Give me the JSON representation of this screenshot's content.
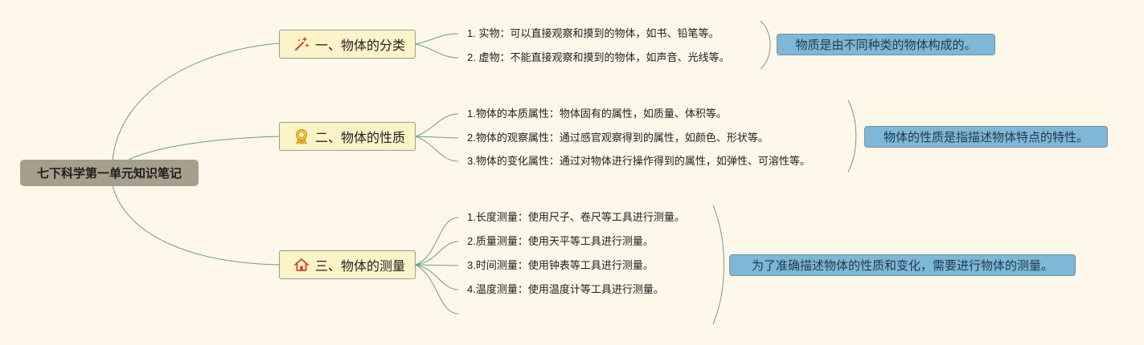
{
  "root": {
    "label": "七下科学第一单元知识笔记"
  },
  "topics": [
    {
      "label": "一、物体的分类",
      "icon": "magic-wand-icon",
      "items": [
        "1. 实物：可以直接观察和摸到的物体，如书、铅笔等。",
        "2. 虚物：不能直接观察和摸到的物体，如声音、光线等。"
      ],
      "summary": "物质是由不同种类的物体构成的。"
    },
    {
      "label": "二、物体的性质",
      "icon": "award-ribbon-icon",
      "items": [
        "1.物体的本质属性：物体固有的属性，如质量、体积等。",
        "2.物体的观察属性：通过感官观察得到的属性，如颜色、形状等。",
        "3.物体的变化属性：通过对物体进行操作得到的属性，如弹性、可溶性等。"
      ],
      "summary": "物体的性质是指描述物体特点的特性。"
    },
    {
      "label": "三、物体的测量",
      "icon": "home-icon",
      "items": [
        "1.长度测量：使用尺子、卷尺等工具进行测量。",
        "2.质量测量：使用天平等工具进行测量。",
        "3.时间测量：使用钟表等工具进行测量。",
        "4.温度测量：使用温度计等工具进行测量。"
      ],
      "summary": "为了准确描述物体的性质和变化，需要进行物体的测量。"
    }
  ],
  "colors": {
    "background": "#fdf8ea",
    "root_fill": "#a69f8c",
    "topic_fill": "#fdf3c8",
    "topic_border": "#8aa58f",
    "connector": "#6f9c87",
    "summary_fill": "#7fb7d6",
    "summary_border": "#6a93a8",
    "bracket": "#8e8e8e"
  }
}
